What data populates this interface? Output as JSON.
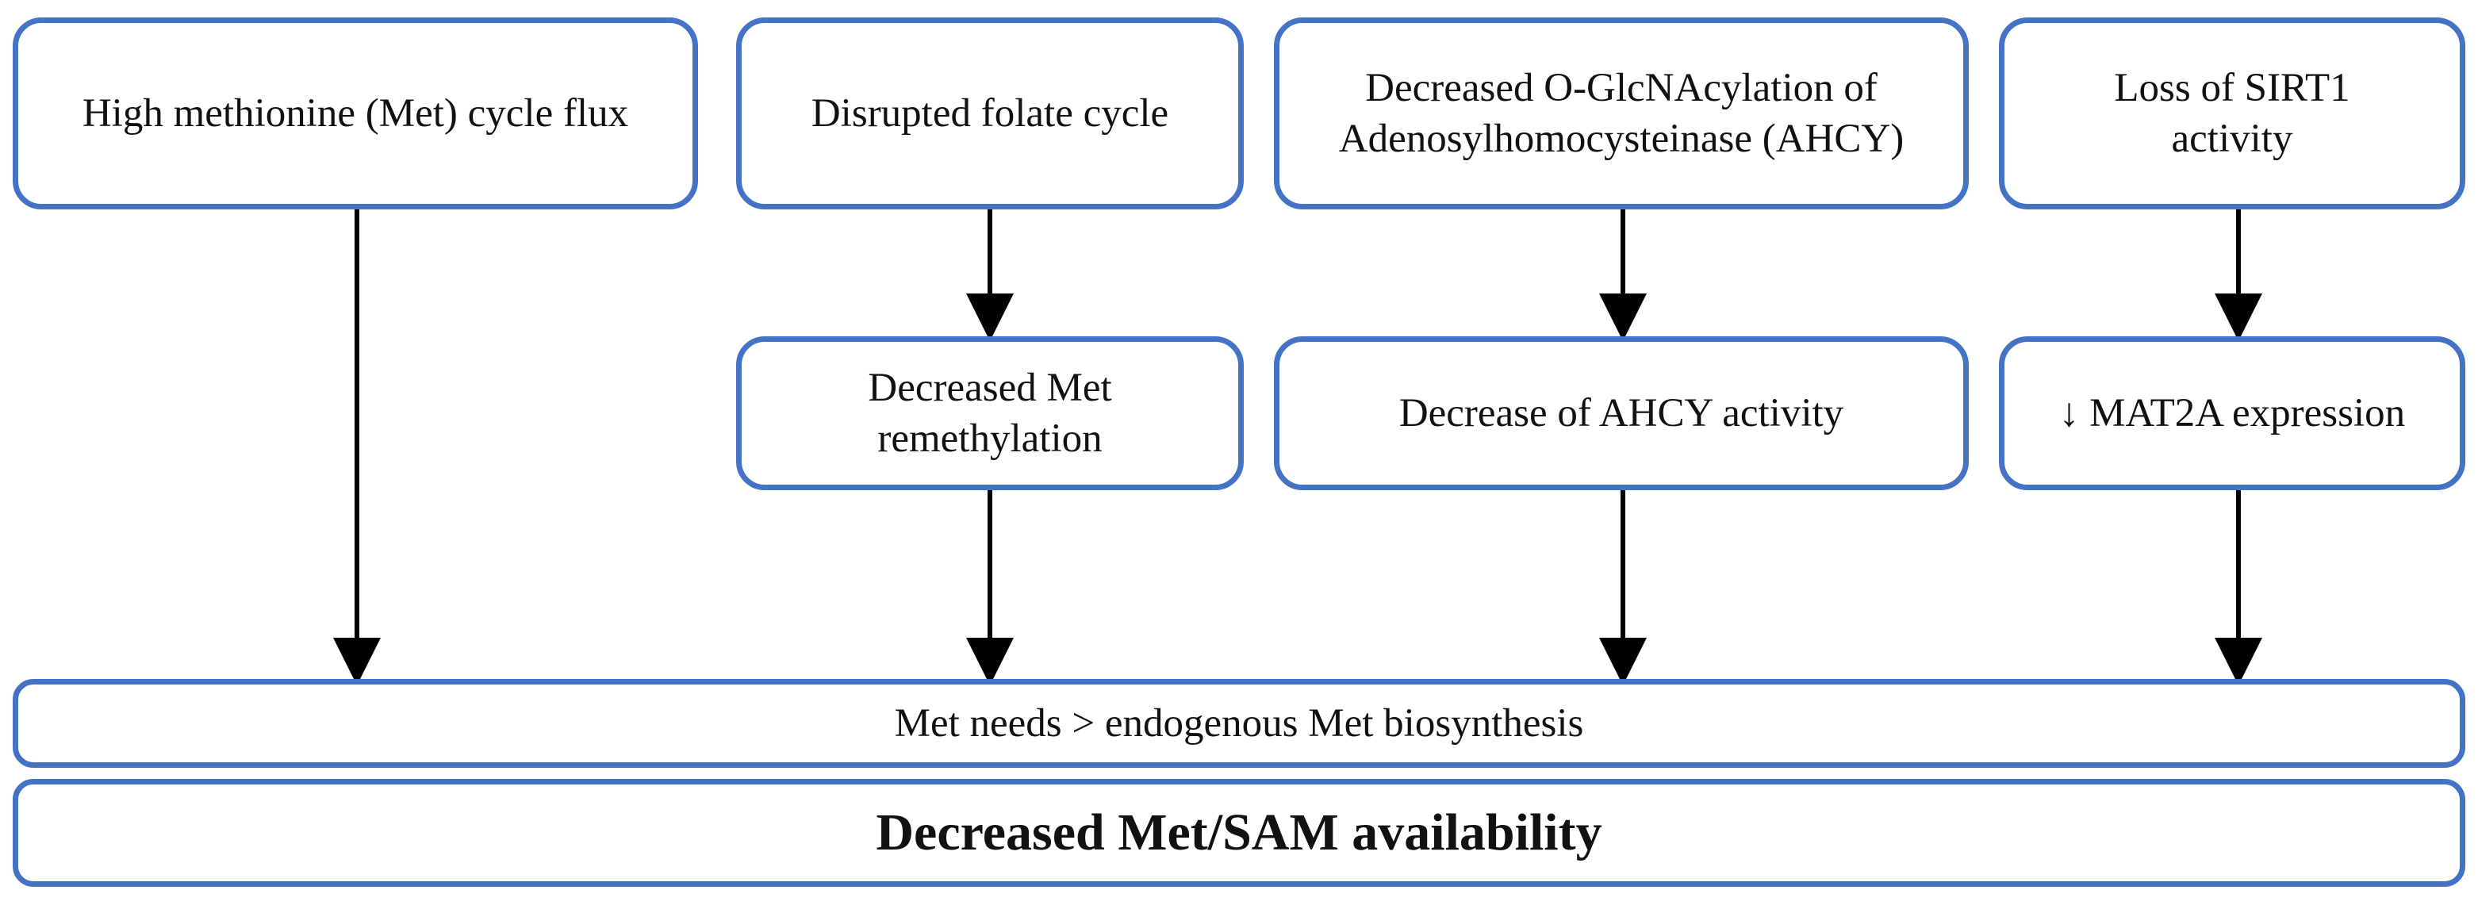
{
  "diagram": {
    "top_row": [
      {
        "id": "met-flux",
        "text": "High methionine (Met) cycle flux"
      },
      {
        "id": "folate",
        "text": "Disrupted folate cycle"
      },
      {
        "id": "glcnac",
        "text": "Decreased O-GlcNAcylation of Adenosylhomocysteinase (AHCY)"
      },
      {
        "id": "sirt1",
        "text": "Loss of SIRT1 activity"
      }
    ],
    "middle_row": [
      {
        "id": "remethylation",
        "text": "Decreased Met remethylation"
      },
      {
        "id": "ahcy-activity",
        "text": "Decrease of AHCY activity"
      },
      {
        "id": "mat2a",
        "text": "↓ MAT2A expression"
      }
    ],
    "needs_box": {
      "text": "Met needs > endogenous Met biosynthesis"
    },
    "result_box": {
      "text": "Decreased Met/SAM availability"
    },
    "colors": {
      "box_border": "#4472c4",
      "arrow": "#000000",
      "text": "#111111"
    }
  }
}
